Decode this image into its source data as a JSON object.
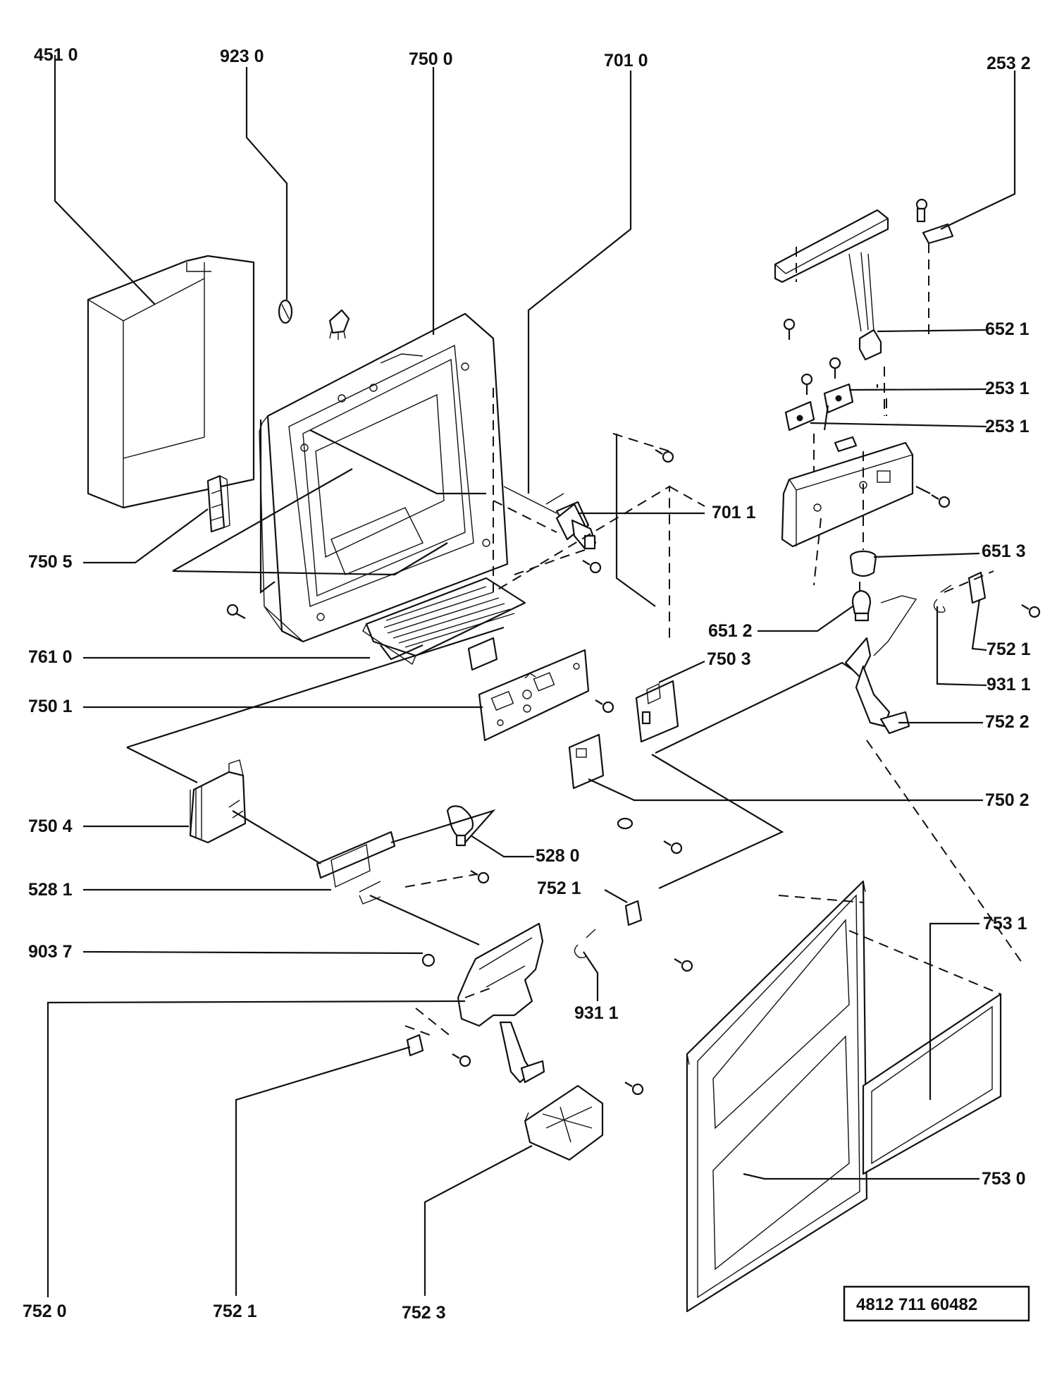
{
  "labels": {
    "l_4510": "451 0",
    "l_9230": "923  0",
    "l_7500": "750  0",
    "l_7010": "701  0",
    "l_2532": "253 2",
    "l_6521": "652 1",
    "l_2531a": "253 1",
    "l_2531b": "253 1",
    "l_7011": "701 1",
    "l_6513": "651 3",
    "l_7505": "750 5",
    "l_6512": "651 2",
    "l_7521a": "752 1",
    "l_7503": "750 3",
    "l_7610": "761 0",
    "l_9311a": "931 1",
    "l_7501": "750 1",
    "l_7522": "752 2",
    "l_7502": "750 2",
    "l_7504": "750 4",
    "l_5280": "528 0",
    "l_5281": "528 1",
    "l_7521b": "752 1",
    "l_7531": "753 1",
    "l_9037": "903 7",
    "l_9311b": "931 1",
    "l_7520": "752 0",
    "l_7530": "753 0",
    "l_7521c": "752  1",
    "l_7523": "752  3"
  },
  "document_code": "4812   711   60482"
}
